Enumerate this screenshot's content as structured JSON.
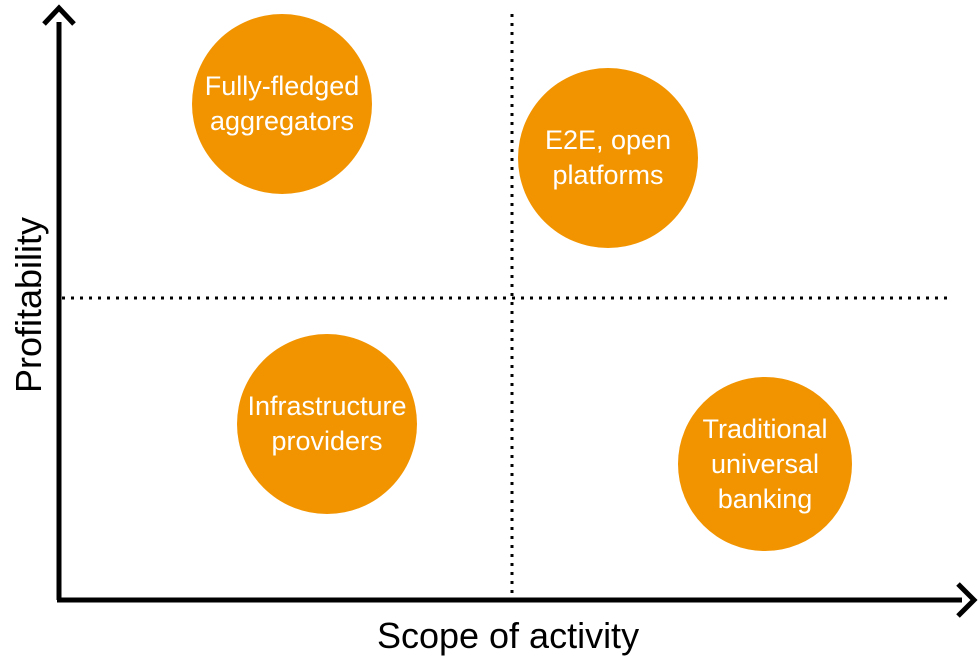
{
  "axes": {
    "x_label": "Scope of activity",
    "y_label": "Profitability"
  },
  "quadrants": [
    {
      "id": "top-left",
      "lines": [
        "Fully-fledged",
        "aggregators"
      ]
    },
    {
      "id": "top-right",
      "lines": [
        "E2E, open",
        "platforms"
      ]
    },
    {
      "id": "bottom-left",
      "lines": [
        "Infrastructure",
        "providers"
      ]
    },
    {
      "id": "bottom-right",
      "lines": [
        "Traditional",
        "universal",
        "banking"
      ]
    }
  ],
  "colors": {
    "bubble": "#F29400",
    "axis": "#000000",
    "bubble_text": "#FFFFFF"
  }
}
